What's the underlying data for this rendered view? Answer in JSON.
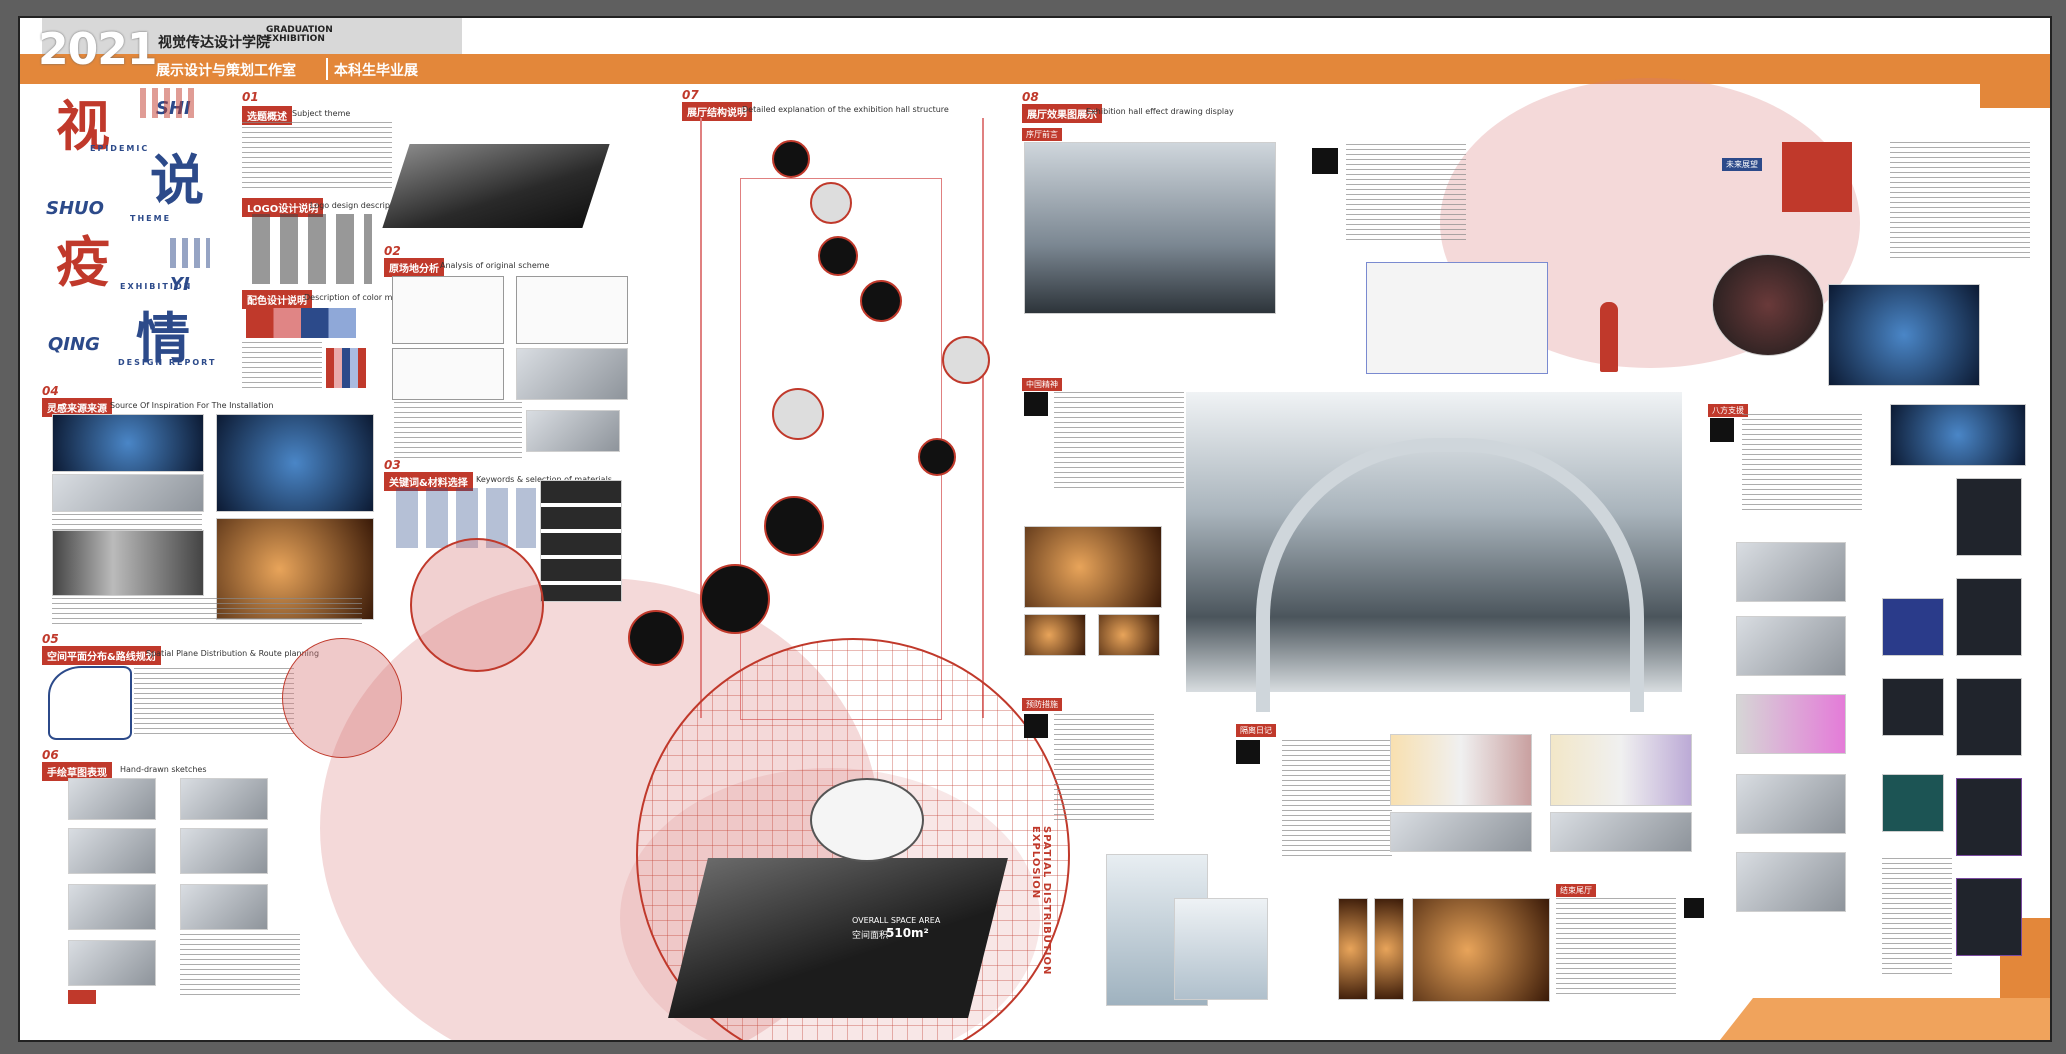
{
  "header": {
    "year": "2021",
    "college": "视觉传达设计学院",
    "exhibition_en_1": "GRADUATION",
    "exhibition_en_2": "EXHIBITION",
    "studio": "展示设计与策划工作室",
    "show": "本科生毕业展"
  },
  "poster": {
    "title_chars": [
      "视",
      "说",
      "疫",
      "情"
    ],
    "title_pinyin": [
      "SHI",
      "SHUO",
      "YI",
      "QING"
    ],
    "title_side_words": [
      "EPIDEMIC",
      "THEME",
      "EXHIBITION",
      "DESIGN REPORT"
    ]
  },
  "sections": {
    "s01": {
      "num": "01",
      "cn": "选题概述",
      "en": "Subject theme"
    },
    "s_logo": {
      "cn": "LOGO设计说明",
      "en": "Logo design description"
    },
    "s_color": {
      "cn": "配色设计说明",
      "en": "Description of color matching design"
    },
    "s02": {
      "num": "02",
      "cn": "原场地分析",
      "en": "Analysis of original scheme"
    },
    "s03": {
      "num": "03",
      "cn": "关键词&材料选择",
      "en": "Keywords & selection of materials"
    },
    "s04": {
      "num": "04",
      "cn": "灵感来源来源",
      "en": "Source Of Inspiration For The Installation"
    },
    "s05": {
      "num": "05",
      "cn": "空间平面分布&路线规划",
      "en": "Spatial Plane Distribution & Route planning"
    },
    "s06": {
      "num": "06",
      "cn": "手绘草图表现",
      "en": "Hand-drawn sketches"
    },
    "s07": {
      "num": "07",
      "cn": "展厅结构说明",
      "en": "Detailed explanation of the exhibition hall structure"
    },
    "s08": {
      "num": "08",
      "cn": "展厅效果图展示",
      "en": "Exhibition hall effect drawing display"
    }
  },
  "right_labels": {
    "preface": "序厅前言",
    "chinese_spirit": "中国精神",
    "preventive": "预防措施",
    "isolate": "隔离日记",
    "tail": "结束尾厅",
    "support": "八方支援",
    "future": "未来展望"
  },
  "diagram": {
    "vertical_caption": "SPATIAL DISTRIBUTION EXPLOSION",
    "area_label": "OVERALL SPACE AREA",
    "area_cn": "空间面积",
    "area_value": "510m²"
  },
  "colors": {
    "accent_red": "#c0392b",
    "bar_orange": "#e3873a",
    "navy": "#2c4a8a"
  }
}
